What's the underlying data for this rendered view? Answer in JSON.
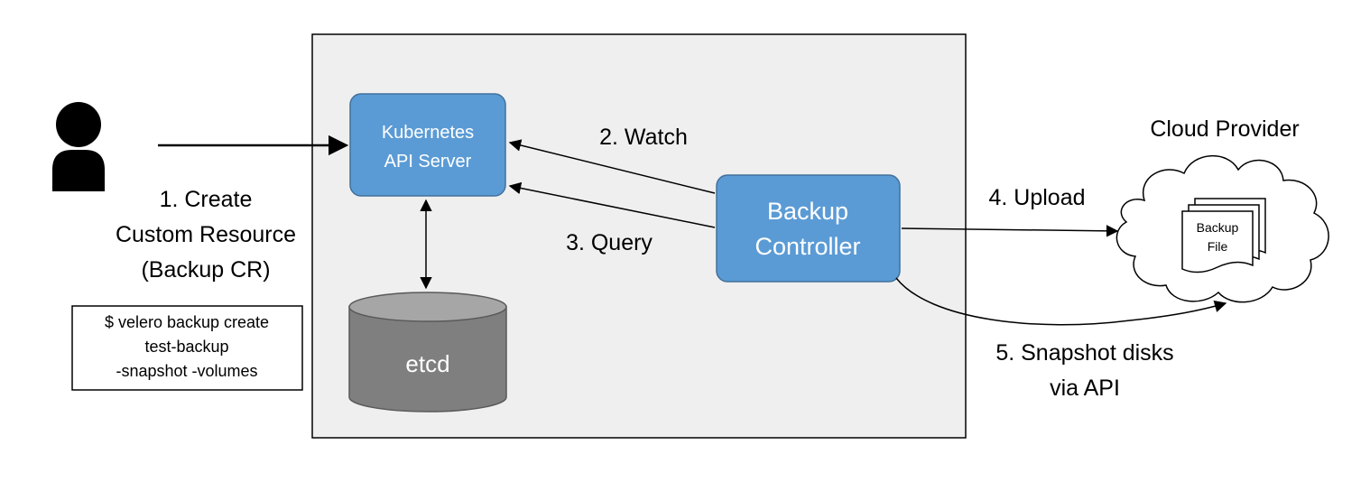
{
  "user": {
    "icon": "user-icon",
    "step1_line1": "1. Create",
    "step1_line2": "Custom Resource",
    "step1_line3": "(Backup CR)"
  },
  "command": {
    "line1": "$ velero backup create",
    "line2": "test-backup",
    "line3": "-snapshot -volumes"
  },
  "api_server": {
    "line1": "Kubernetes",
    "line2": "API Server"
  },
  "etcd": {
    "label": "etcd"
  },
  "controller": {
    "line1": "Backup",
    "line2": "Controller"
  },
  "steps": {
    "watch": "2. Watch",
    "query": "3. Query",
    "upload": "4. Upload",
    "snapshot_line1": "5. Snapshot disks",
    "snapshot_line2": "via API"
  },
  "cloud": {
    "title": "Cloud Provider",
    "file_line1": "Backup",
    "file_line2": "File",
    "icon": "cloud-icon"
  },
  "colors": {
    "box_fill": "#5b9bd5",
    "box_stroke": "#41719c",
    "cluster_fill": "#efefef",
    "etcd_fill": "#7f7f7f",
    "etcd_top": "#a6a6a6"
  }
}
